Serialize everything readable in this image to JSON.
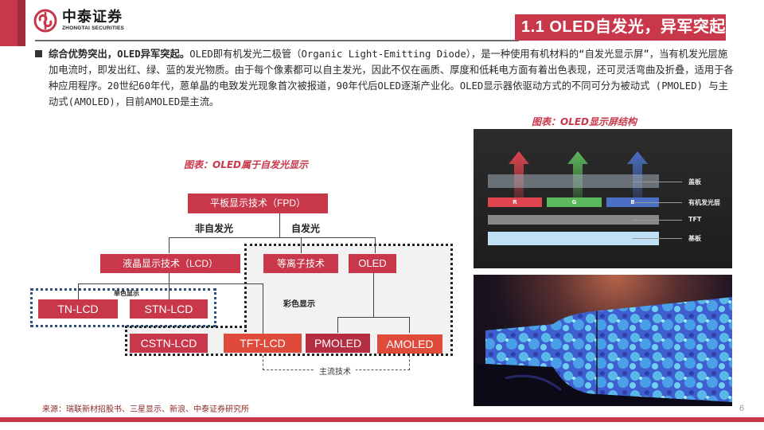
{
  "header": {
    "logo_cn": "中泰证券",
    "logo_en": "ZHONGTAI SECURITIES",
    "title": "1.1 OLED自发光，异军突起",
    "brand_color": "#c8384a"
  },
  "body": {
    "bold_lead": "综合优势突出，OLED异军突起。",
    "text": "OLED即有机发光二极管（Organic Light-Emitting Diode），是一种使用有机材料的“自发光显示屏”，当有机发光层施加电流时，即发出红、绿、蓝的发光物质。由于每个像素都可以自主发光，因此不仅在画质、厚度和低耗电方面有着出色表现，还可灵活弯曲及折叠，适用于各种应用程序。20世纪60年代，蒽单晶的电致发光现象首次被报道，90年代后OLED逐渐产业化。OLED显示器依驱动方式的不同可分为被动式 (PMOLED) 与主动式(AMOLED)，目前AMOLED是主流。"
  },
  "figure_left": {
    "caption": "图表：OLED属于自发光显示",
    "root": "平板显示技术（FPD）",
    "branch_non_emissive": "非自发光",
    "branch_emissive": "自发光",
    "lcd": "液晶显示技术（LCD）",
    "plasma": "等离子技术",
    "oled": "OLED",
    "mono_label": "单色显示",
    "color_label": "彩色显示",
    "tn_lcd": "TN-LCD",
    "stn_lcd": "STN-LCD",
    "cstn_lcd": "CSTN-LCD",
    "tft_lcd": "TFT-LCD",
    "pmoled": "PMOLED",
    "amoled": "AMOLED",
    "mainstream_label": "主流技术"
  },
  "figure_right": {
    "caption": "图表：OLED显示屏结构",
    "layers": {
      "cover": "盖板",
      "organic": "有机发光层",
      "tft": "TFT",
      "substrate": "基板"
    },
    "rgb": [
      "R",
      "G",
      "B"
    ],
    "colors": {
      "red": "#e0454f",
      "green": "#5cb85c",
      "blue": "#4a6fc4"
    }
  },
  "footer": {
    "source": "来源：瑞联新材招股书、三星显示、新浪、中泰证券研究所",
    "page": "6"
  }
}
